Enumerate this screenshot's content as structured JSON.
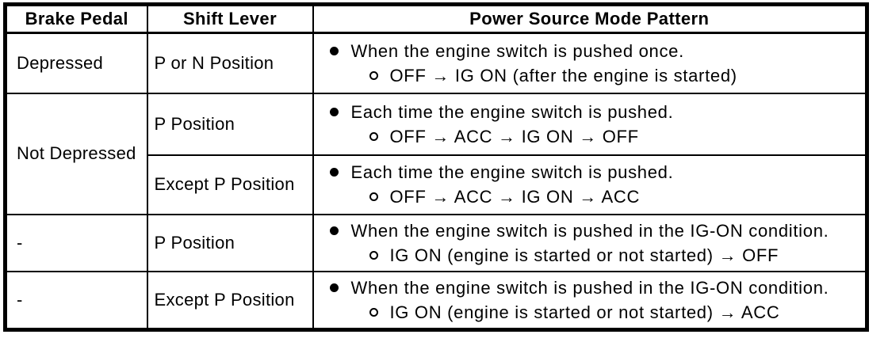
{
  "colors": {
    "border": "#000000",
    "background": "#ffffff",
    "text": "#000000"
  },
  "icons": {
    "level1_bullet": "filled-circle ●",
    "level2_bullet": "open-circle ○"
  },
  "table": {
    "headers": [
      "Brake Pedal",
      "Shift Lever",
      "Power Source Mode Pattern"
    ],
    "rows": [
      {
        "brake_pedal": "Depressed",
        "shift_lever": "P or N Position",
        "pattern_main": "When the engine switch is pushed once.",
        "pattern_sub": "OFF → IG ON (after the engine is started)"
      },
      {
        "brake_pedal": "Not Depressed",
        "shift_lever": "P Position",
        "pattern_main": "Each time the engine switch is pushed.",
        "pattern_sub": "OFF → ACC → IG ON → OFF"
      },
      {
        "shift_lever": "Except P Position",
        "pattern_main": "Each time the engine switch is pushed.",
        "pattern_sub": "OFF → ACC → IG ON → ACC"
      },
      {
        "brake_pedal": "-",
        "shift_lever": "P Position",
        "pattern_main": "When the engine switch is pushed in the IG-ON condition.",
        "pattern_sub": "IG ON (engine is started or not started) → OFF"
      },
      {
        "brake_pedal": "-",
        "shift_lever": "Except P Position",
        "pattern_main": "When the engine switch is pushed in the IG-ON condition.",
        "pattern_sub": "IG ON (engine is started or not started) → ACC"
      }
    ]
  }
}
